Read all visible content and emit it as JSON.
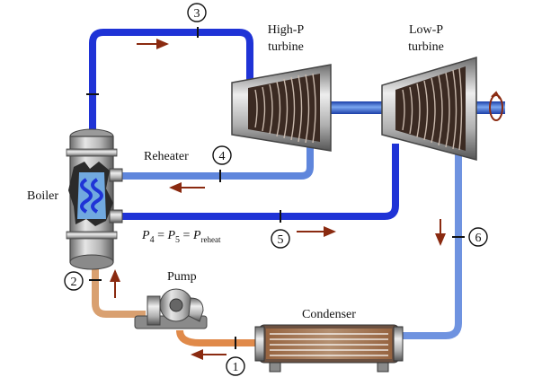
{
  "labels": {
    "hp_turbine_line1": "High-P",
    "hp_turbine_line2": "turbine",
    "lp_turbine_line1": "Low-P",
    "lp_turbine_line2": "turbine",
    "reheater": "Reheater",
    "boiler": "Boiler",
    "pump": "Pump",
    "condenser": "Condenser",
    "pressure_relation": {
      "p4": "P",
      "sub4": "4",
      "eq1": " = ",
      "p5": "P",
      "sub5": "5",
      "eq2": " = ",
      "pr": "P",
      "subr": "reheat"
    }
  },
  "states": {
    "s1": "1",
    "s2": "2",
    "s3": "3",
    "s4": "4",
    "s5": "5",
    "s6": "6"
  },
  "colors": {
    "steam_high": "#1f33d6",
    "steam_low": "#6f93e0",
    "liquid": "#d9a070",
    "arrow": "#8a2a10",
    "metal": "#9a9a9a"
  },
  "icons": {
    "flow_arrow": "arrow-right",
    "shaft_rotation": "rotation-arrow-icon"
  }
}
